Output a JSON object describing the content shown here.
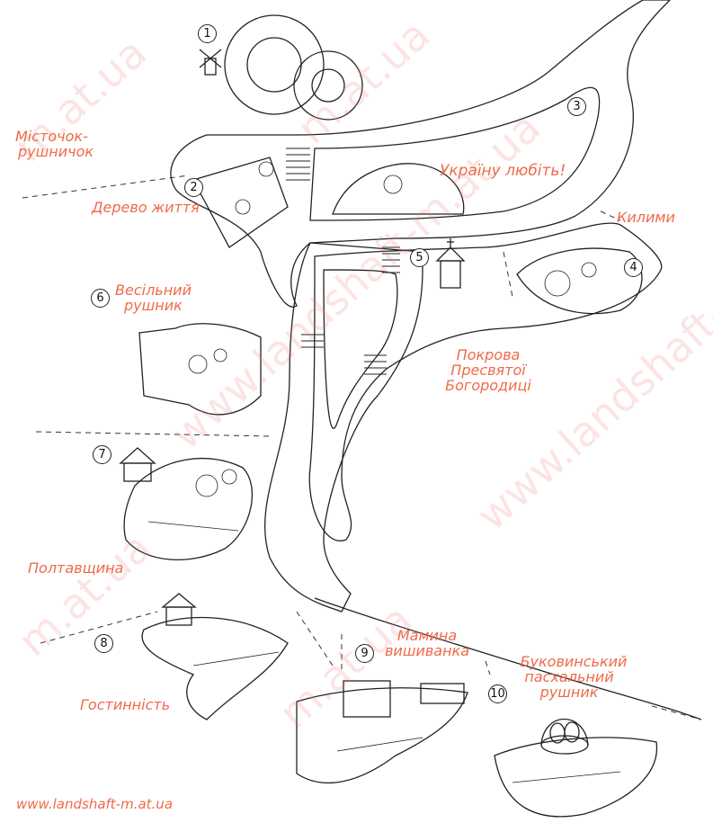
{
  "watermark": "www.landshaft-m.at.ua",
  "watermark_short": "m.at.ua",
  "footer_url": "www.landshaft-m.at.ua",
  "label_color": "#ee6b4a",
  "zones": [
    {
      "number": "1",
      "label": ""
    },
    {
      "number": "2",
      "label": "Дерево життя"
    },
    {
      "number": "3",
      "label": "Україну любіть!"
    },
    {
      "number": "4",
      "label": "Килими"
    },
    {
      "number": "5",
      "label": "Покрова Пресвятої Богородиці"
    },
    {
      "number": "6",
      "label": "Весільний рушник"
    },
    {
      "number": "7",
      "label": "Полтавщина"
    },
    {
      "number": "8",
      "label": "Гостинність"
    },
    {
      "number": "9",
      "label": "Мамина вишиванка"
    },
    {
      "number": "10",
      "label": "Буковинський пасхальний рушник"
    }
  ],
  "extra_labels": {
    "mistochok_1": "Місточок-",
    "mistochok_2": "рушничок",
    "vesilny_1": "Весільний",
    "vesilny_2": "рушник",
    "pokrova_1": "Покрова",
    "pokrova_2": "Пресвятої",
    "pokrova_3": "Богородиці",
    "mamyna_1": "Мамина",
    "mamyna_2": "вишиванка",
    "bukovyna_1": "Буковинський",
    "bukovyna_2": "пасхальний",
    "bukovyna_3": "рушник"
  },
  "icons": [
    "windmill-icon",
    "spiral-stairs-icon",
    "church-icon",
    "house-icon",
    "basket-icon",
    "embroidery-icon",
    "rooster-icon",
    "peacock-icon"
  ]
}
